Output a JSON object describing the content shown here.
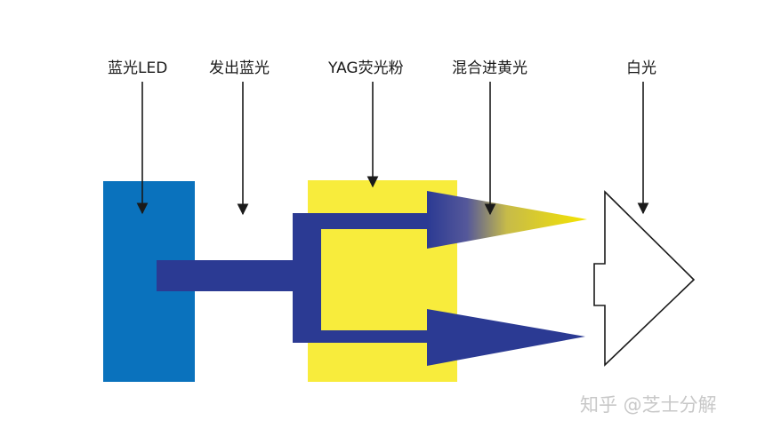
{
  "labels": {
    "blue_led": "蓝光LED",
    "emit_blue": "发出蓝光",
    "yag_phosphor": "YAG荧光粉",
    "mix_yellow": "混合进黄光",
    "white_light": "白光"
  },
  "watermark": "知乎 @芝士分解",
  "colors": {
    "led_blue": "#0a72bd",
    "light_blue": "#2b3a93",
    "phosphor_yellow": "#f8ec3c",
    "yellow_light": "#f5e400",
    "outline": "#1a1a1a"
  }
}
